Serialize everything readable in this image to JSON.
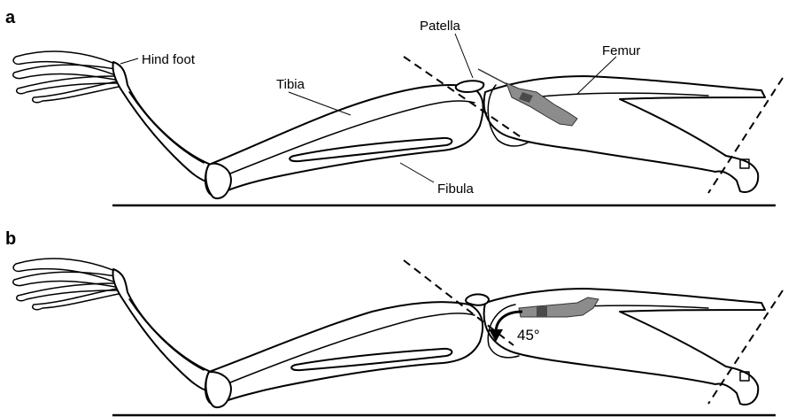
{
  "panels": [
    {
      "letter": "a",
      "labels": {
        "hind_foot": "Hind foot",
        "tibia": "Tibia",
        "patella": "Patella",
        "femur": "Femur",
        "fibula": "Fibula"
      }
    },
    {
      "letter": "b",
      "angle": "45°"
    }
  ],
  "colors": {
    "line": "#000000",
    "needle": "#8c8c8c",
    "needle_dark": "#4a4a4a",
    "background": "#ffffff"
  }
}
